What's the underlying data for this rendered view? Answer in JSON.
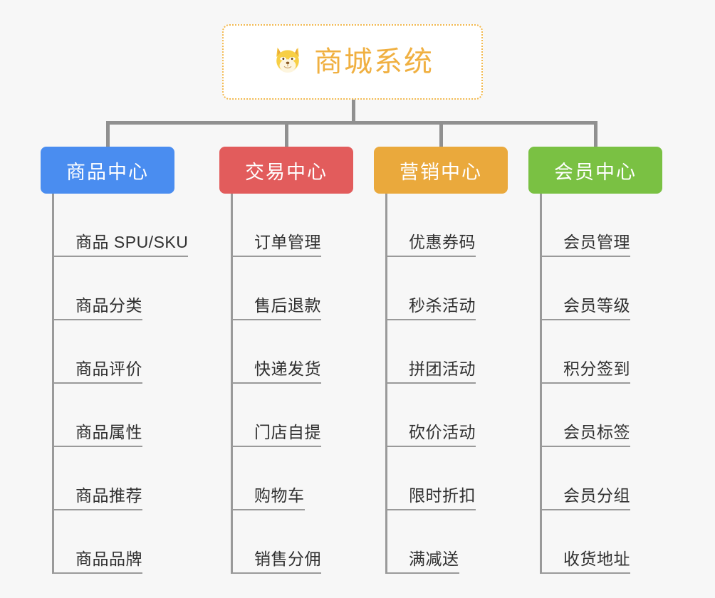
{
  "page": {
    "background_color": "#f7f7f7",
    "connector_color": "#909090"
  },
  "root": {
    "icon": "shiba-dog-face-icon",
    "icon_glyph": "🐕",
    "title": "商城系统",
    "title_color": "#f0b041",
    "border_color": "#f2b950",
    "background_color": "#ffffff"
  },
  "columns": [
    {
      "category": "商品中心",
      "color": "#4a8df0",
      "color_name": "blue",
      "items": [
        "商品 SPU/SKU",
        "商品分类",
        "商品评价",
        "商品属性",
        "商品推荐",
        "商品品牌"
      ]
    },
    {
      "category": "交易中心",
      "color": "#e25c5c",
      "color_name": "red",
      "items": [
        "订单管理",
        "售后退款",
        "快递发货",
        "门店自提",
        "购物车",
        "销售分佣"
      ]
    },
    {
      "category": "营销中心",
      "color": "#eaa93c",
      "color_name": "orange",
      "items": [
        "优惠券码",
        "秒杀活动",
        "拼团活动",
        "砍价活动",
        "限时折扣",
        "满减送"
      ]
    },
    {
      "category": "会员中心",
      "color": "#7ac143",
      "color_name": "green",
      "items": [
        "会员管理",
        "会员等级",
        "积分签到",
        "会员标签",
        "会员分组",
        "收货地址"
      ]
    }
  ]
}
